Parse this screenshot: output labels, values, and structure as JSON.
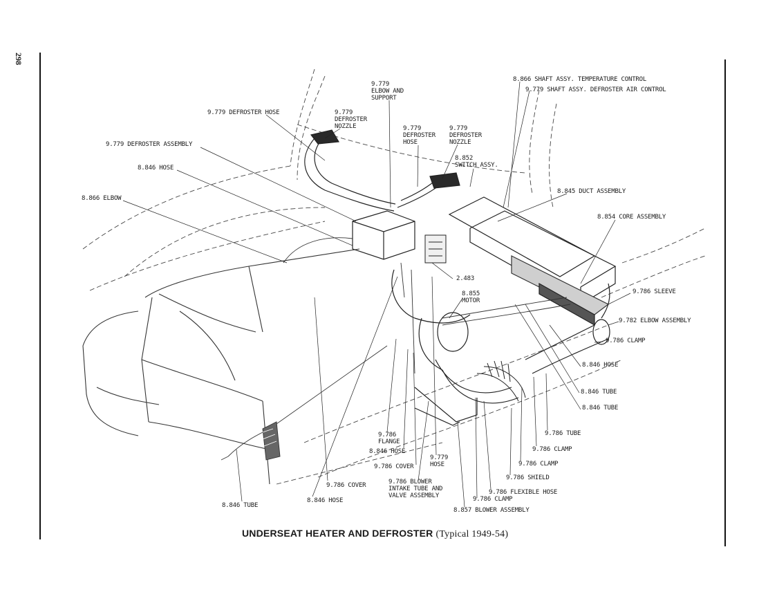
{
  "page_number": "298",
  "caption": {
    "title": "UNDERSEAT HEATER AND DEFROSTER",
    "subtitle": "(Typical 1949-54)"
  },
  "callouts": {
    "shaft_temp": "8.866 SHAFT ASSY. TEMPERATURE CONTROL",
    "shaft_defroster": "9.779 SHAFT ASSY. DEFROSTER AIR CONTROL",
    "elbow_support": "9.779\nELBOW AND\nSUPPORT",
    "defroster_hose_left": "9.779 DEFROSTER HOSE",
    "defroster_nozzle_left": "9.779\nDEFROSTER\nNOZZLE",
    "defroster_hose_mid": "9.779\nDEFROSTER\nHOSE",
    "defroster_nozzle_right": "9.779\nDEFROSTER\nNOZZLE",
    "defroster_assembly": "9.779 DEFROSTER ASSEMBLY",
    "switch_assy": "8.852\nSWITCH ASSY.",
    "hose_8846_top": "8.846 HOSE",
    "duct_assembly": "8.845 DUCT ASSEMBLY",
    "elbow_8866": "8.866 ELBOW",
    "core_assembly": "8.854 CORE ASSEMBLY",
    "ref_2483": "2.483",
    "motor": "8.855\nMOTOR",
    "sleeve": "9.786 SLEEVE",
    "elbow_assembly": "9.782 ELBOW ASSEMBLY",
    "clamp_right": "9.786 CLAMP",
    "hose_right": "8.846 HOSE",
    "tube_right_1": "8.846 TUBE",
    "tube_right_2": "8.846 TUBE",
    "tube_9786": "9.786 TUBE",
    "clamp_9786_a": "9.786 CLAMP",
    "clamp_9786_b": "9.786 CLAMP",
    "shield": "9.786 SHIELD",
    "flexible_hose": "9.786 FLEXIBLE HOSE",
    "clamp_9786_c": "9.786 CLAMP",
    "blower_assembly": "8.857 BLOWER ASSEMBLY",
    "flange": "9.786\nFLANGE",
    "hose_8846_bottom_mid": "8.846 HOSE",
    "cover_mid": "9.786 COVER",
    "hose_9779_bottom": "9.779\nHOSE",
    "blower_intake": "9.786 BLOWER\nINTAKE TUBE AND\nVALVE ASSEMBLY",
    "cover_left": "9.786 COVER",
    "hose_8846_bottom_left": "8.846 HOSE",
    "tube_bottom_left": "8.846 TUBE"
  }
}
